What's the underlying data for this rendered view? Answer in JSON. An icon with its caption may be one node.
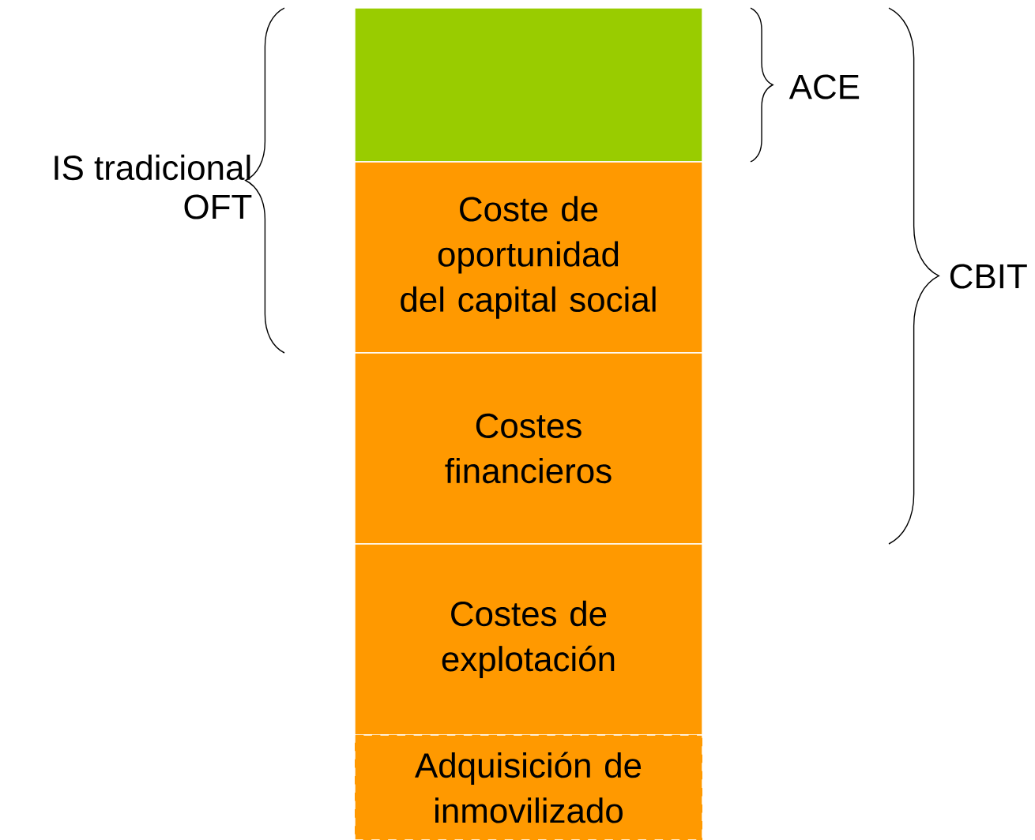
{
  "diagram": {
    "nodes": [
      {
        "text": [],
        "shape": "box"
      },
      {
        "text": [
          "Coste de oportunidad del capital social"
        ]
      },
      {
        "text": [
          "Costes financieros"
        ]
      },
      {
        "text": [
          "Costes de explotación"
        ]
      },
      {
        "text": [
          "Adquisición de inmovilizado"
        ]
      }
    ],
    "labels": [
      "IS tradicional",
      "OFT",
      "ACE",
      "CBIT"
    ]
  }
}
